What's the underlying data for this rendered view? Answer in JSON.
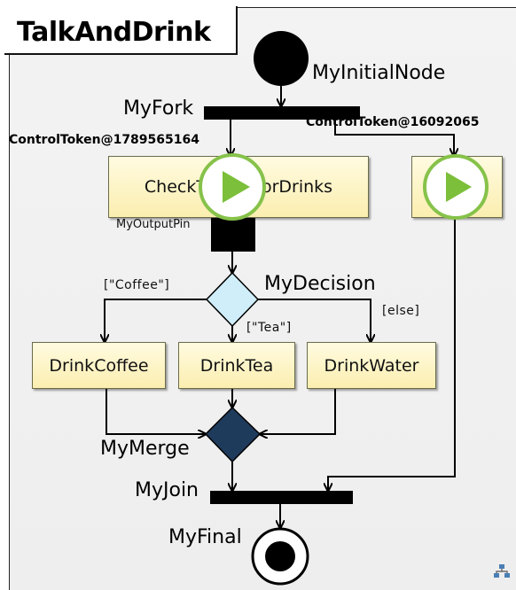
{
  "diagram": {
    "title": "TalkAndDrink",
    "initial_node": "MyInitialNode",
    "fork": "MyFork",
    "token_left": "ControlToken@1789565164",
    "token_right": "ControlToken@16092065",
    "action_check": "CheckT",
    "action_check_suffix": "orDrinks",
    "output_pin": "MyOutputPin",
    "decision": "MyDecision",
    "guard_coffee": "[\"Coffee\"]",
    "guard_tea": "[\"Tea\"]",
    "guard_else": "[else]",
    "action_coffee": "DrinkCoffee",
    "action_tea": "DrinkTea",
    "action_water": "DrinkWater",
    "merge": "MyMerge",
    "join": "MyJoin",
    "final": "MyFinal"
  },
  "colors": {
    "action_fill_top": "#fffbe0",
    "action_fill_bottom": "#fbeeb0",
    "decision_fill": "#cfeefa",
    "merge_fill": "#1f3b5c",
    "token_ring": "#8bc34a",
    "token_play": "#7cbf3a"
  },
  "icons": {
    "token": "play-icon",
    "corner": "tree-icon"
  }
}
